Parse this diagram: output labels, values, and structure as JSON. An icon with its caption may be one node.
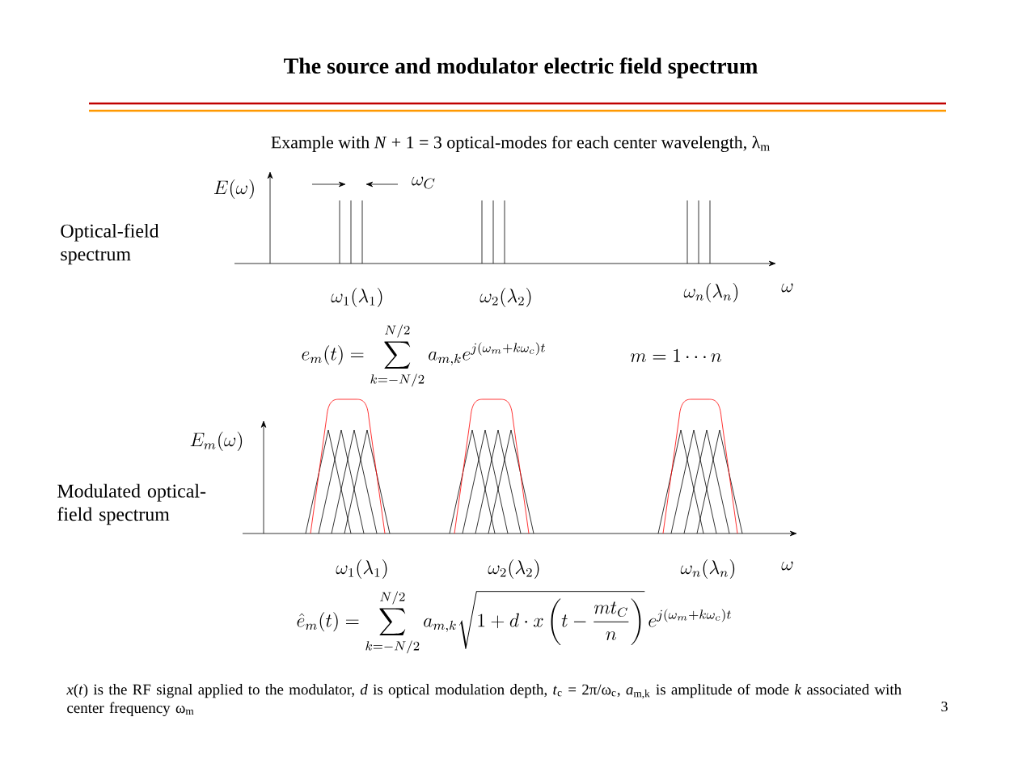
{
  "diagram": {
    "title": "The source and modulator electric field spectrum",
    "labels": [
      "Example with *N* + 1 = 3 optical-modes for each center wavelength, λ$_{m}$",
      "E(\\omega)",
      "\\omega_C",
      "Optical-field spectrum",
      "\\omega_1(\\lambda_1)",
      "\\omega_2(\\lambda_2)",
      "\\omega_n(\\lambda_n)",
      "\\omega",
      "e_m(t) = \\sum_{k=-N/2}^{N/2} a_{m,k} e^{j(\\omega_m + k\\omega_c)t}",
      "m = 1 \\cdots n",
      "E_m(\\omega)",
      "Modulated optical-field spectrum",
      "\\omega_1(\\lambda_1)",
      "\\omega_2(\\lambda_2)",
      "\\omega_n(\\lambda_n)",
      "\\omega",
      "\\hat{e}_m(t) = \\sum_{k=-N/2}^{N/2} a_{m,k} \\sqrt{1 + d \\cdot x\\left(t - \\frac{m t_C}{n}\\right)}\\, e^{j(\\omega_m + k\\omega_c)t}",
      "*x*(*t*) is the RF signal applied to the modulator, *d* is optical modulation depth, *t*$_{c}$ = 2π/ω$_{c}$, *a*$_{m,k}$ is amplitude of mode *k* associated with center frequency ω$_{m}$",
      "3"
    ]
  }
}
